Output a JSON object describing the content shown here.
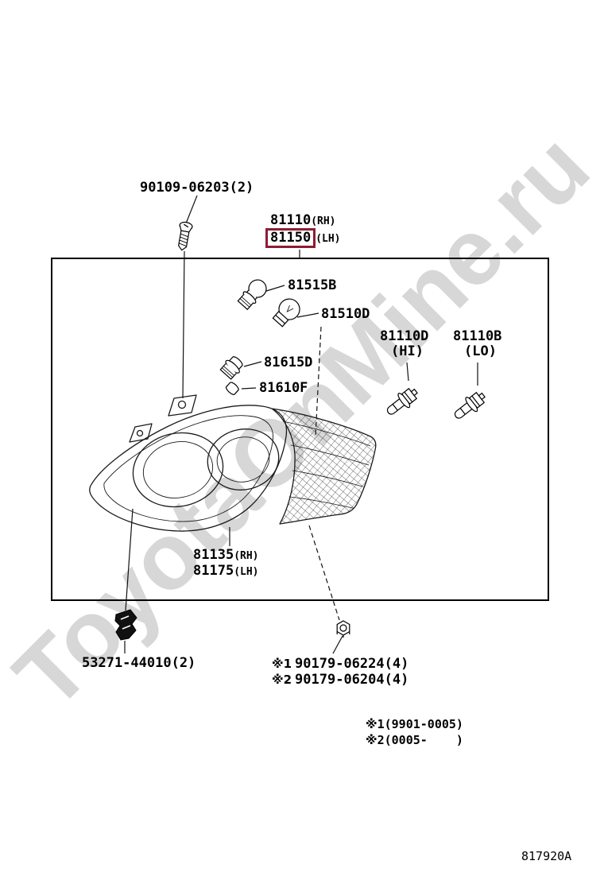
{
  "watermark": "ToyotaOnMine.ru",
  "colors": {
    "highlight": "#8e1c33"
  },
  "parts": {
    "bolt": {
      "number": "90109-06203(2)"
    },
    "assembly": {
      "rh": {
        "number": "81110",
        "suffix": "(RH)"
      },
      "lh": {
        "number": "81150",
        "suffix": "(LH)"
      }
    },
    "bulb_81515b": {
      "number": "81515B"
    },
    "bulb_81510d": {
      "number": "81510D"
    },
    "socket_81615d": {
      "number": "81615D"
    },
    "cap_81610f": {
      "number": "81610F"
    },
    "bulb_hi": {
      "number": "81110D",
      "suffix": "(HI)"
    },
    "bulb_lo": {
      "number": "81110B",
      "suffix": "(LO)"
    },
    "lamp_unit": {
      "rh": {
        "number": "81135",
        "suffix": "(RH)"
      },
      "lh": {
        "number": "81175",
        "suffix": "(LH)"
      }
    },
    "clip": {
      "number": "53271-44010(2)"
    },
    "nut_1": {
      "prefix": "※1",
      "number": "90179-06224(4)"
    },
    "nut_2": {
      "prefix": "※2",
      "number": "90179-06204(4)"
    }
  },
  "notes": {
    "line1": "※1(9901-0005)",
    "line2": "※2(0005-    )"
  },
  "footer": {
    "code": "817920A"
  }
}
